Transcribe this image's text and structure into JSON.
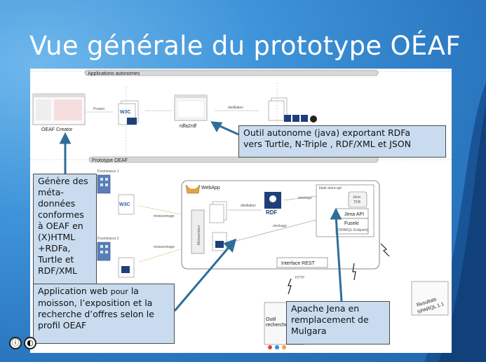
{
  "slide": {
    "title": "Vue générale du prototype OÉAF"
  },
  "diagram": {
    "sections": {
      "autonomous": "Applications autonomes",
      "prototype": "Prototype OEAF"
    },
    "labels": {
      "oeaf_creator": "OEAF Creator",
      "produit": "Produit",
      "rdfa2rdf": "rdfa2rdf",
      "distillation": "distillation",
      "fournisseur1": "Fournisseur 1",
      "fournisseur2": "Fournisseur 2",
      "webapp": "WebApp",
      "moissonneur": "Moissonneur",
      "distillation2": "distillation",
      "stockage": "stockage",
      "stockage2": "stockage",
      "triple_store_api": "triple-store-api",
      "jena_tdb_1": "Jena",
      "jena_tdb_2": "TDB",
      "jena_api": "Jena API",
      "fuseki": "Fuseki",
      "sparql_endpoint": "(SPARQL Endpoint)",
      "interface_rest": "Interface REST",
      "http": "HTTP",
      "moissonnage1": "moissonnage",
      "moissonnage2": "moissonnage",
      "rdf": "RDF",
      "resultats": "Resultats",
      "sparql": "SPARQL 1.1",
      "outil": "Outil",
      "recherche": "recherche"
    }
  },
  "callouts": {
    "c1_line1": "Outil autonome (java) exportant RDFa",
    "c1_line2": "vers Turtle, N-Triple , RDF/XML et JSON",
    "c2_lines": [
      "Génère des",
      "méta-",
      "données",
      "conformes",
      "à OEAF en",
      "(X)HTML",
      "+RDFa,",
      "Turtle et",
      "RDF/XML"
    ],
    "c3_part1": "Application web ",
    "c3_part2": "pour",
    "c3_part3": " la",
    "c3_line2": "moisson, l’exposition et la",
    "c3_line3": "recherche d’offres selon le",
    "c3_line4": "profil OEAF",
    "c4_line1": "Apache Jena en",
    "c4_line2": "remplacement de",
    "c4_line3": "Mulgara"
  },
  "colors": {
    "bg": "#3f94d9",
    "callout_bg": "#c9dcef",
    "arrow": "#2f6e9a",
    "section_bar": "#d9d9d9"
  },
  "icons": [
    "creative-commons-icon",
    "by-icon",
    "file-icon",
    "building-icon",
    "rdf-logo-icon",
    "tomcat-cat-icon",
    "lightning-icon",
    "w3c-badge-icon"
  ]
}
